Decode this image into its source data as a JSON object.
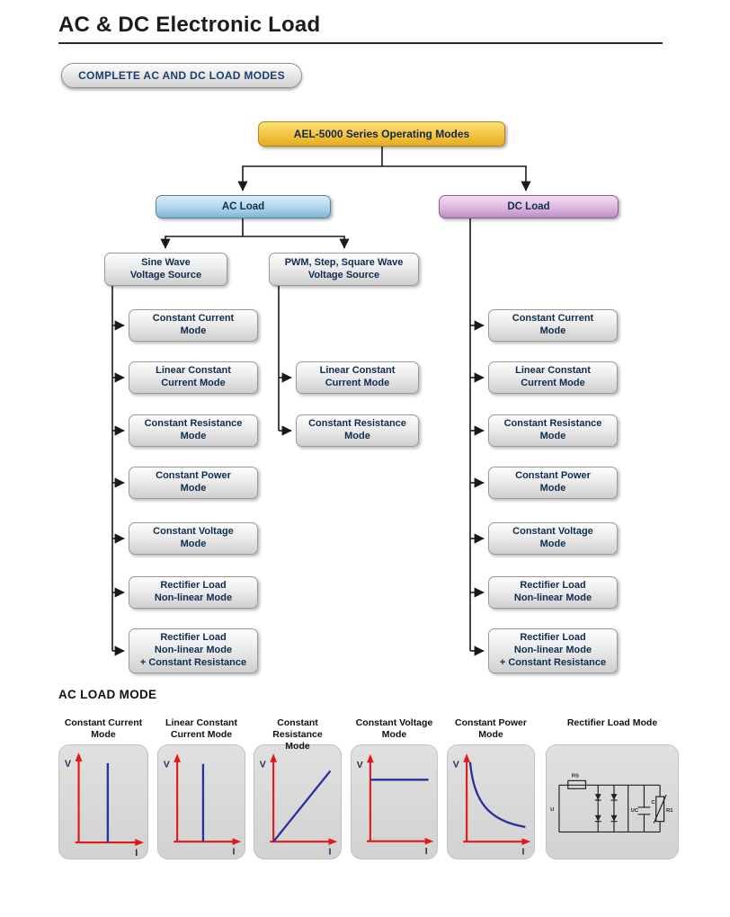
{
  "header": {
    "title": "AC & DC Electronic Load"
  },
  "badge": {
    "label": "COMPLETE AC AND DC LOAD MODES"
  },
  "flowchart": {
    "root": "AEL-5000 Series Operating Modes",
    "ac_load": "AC Load",
    "dc_load": "DC Load",
    "sine_source": "Sine Wave\nVoltage Source",
    "pwm_source": "PWM, Step, Square Wave\nVoltage Source",
    "sine_modes": [
      "Constant Current\nMode",
      "Linear Constant\nCurrent Mode",
      "Constant Resistance\nMode",
      "Constant Power\nMode",
      "Constant Voltage\nMode",
      "Rectifier Load\nNon-linear Mode",
      "Rectifier Load\nNon-linear Mode\n+ Constant Resistance"
    ],
    "pwm_modes": [
      "Linear Constant\nCurrent Mode",
      "Constant Resistance\nMode"
    ],
    "dc_modes": [
      "Constant Current\nMode",
      "Linear Constant\nCurrent Mode",
      "Constant Resistance\nMode",
      "Constant Power\nMode",
      "Constant Voltage\nMode",
      "Rectifier Load\nNon-linear Mode",
      "Rectifier Load\nNon-linear Mode\n+ Constant Resistance"
    ],
    "colors": {
      "root_fill": "#f3c33c",
      "ac_fill": "#a9d2e8",
      "dc_fill": "#d9b3dc",
      "mode_fill": "#e6e6e6",
      "connector": "#1a1a1a"
    }
  },
  "ac_section": {
    "title": "AC LOAD MODE",
    "axis_color": "#e11818",
    "curve_color": "#2b2f9e",
    "charts": [
      {
        "label": "Constant Current\nMode",
        "y_axis": "V",
        "x_axis": "I",
        "curve": "vertical-line"
      },
      {
        "label": "Linear Constant\nCurrent Mode",
        "y_axis": "V",
        "x_axis": "I",
        "curve": "vertical-line"
      },
      {
        "label": "Constant Resistance\nMode",
        "y_axis": "V",
        "x_axis": "I",
        "curve": "rising-diagonal"
      },
      {
        "label": "Constant Voltage\nMode",
        "y_axis": "V",
        "x_axis": "I",
        "curve": "horizontal-line"
      },
      {
        "label": "Constant Power\nMode",
        "y_axis": "V",
        "x_axis": "I",
        "curve": "decaying-hyperbola"
      },
      {
        "label": "Rectifier Load Mode",
        "curve": "circuit",
        "circuit_labels": {
          "u": "U",
          "rs": "RS",
          "uc": "UC",
          "c": "C",
          "r1": "R1"
        }
      }
    ]
  }
}
